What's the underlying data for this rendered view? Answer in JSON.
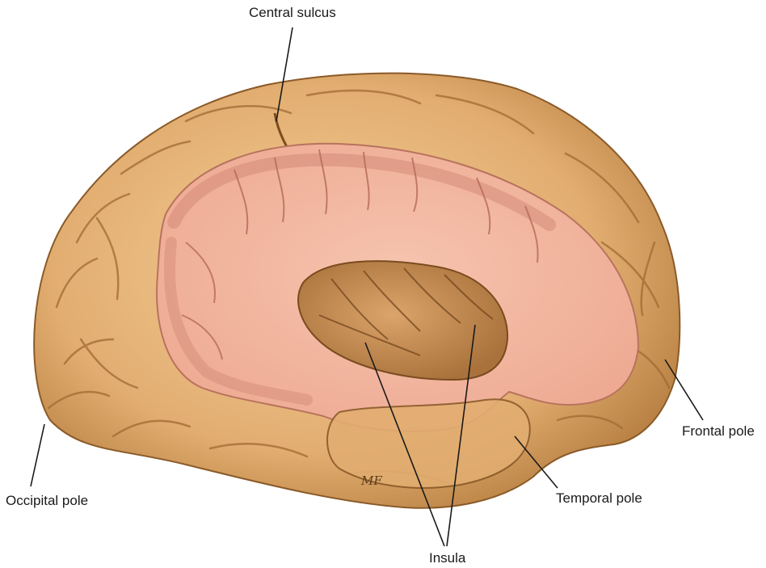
{
  "labels": {
    "central_sulcus": "Central sulcus",
    "frontal_pole": "Frontal pole",
    "occipital_pole": "Occipital pole",
    "temporal_pole": "Temporal pole",
    "insula": "Insula"
  },
  "signature": "MF",
  "colors": {
    "cortex": "#e9b57a",
    "cortex_shade": "#b9803f",
    "cortex_light": "#f6d3a1",
    "cut_white_matter": "#f2b9a3",
    "cut_grey_matter": "#d9917f",
    "insula": "#c98f55",
    "leader_line": "#1a1a1a",
    "background": "#ffffff"
  }
}
